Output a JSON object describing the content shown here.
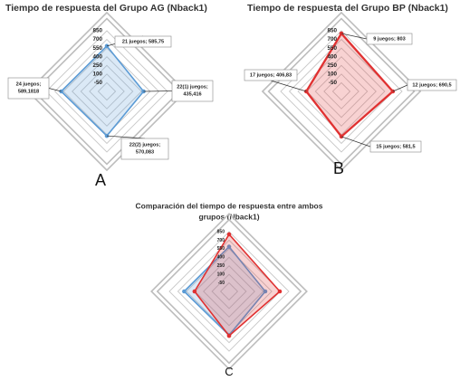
{
  "chart_data": [
    {
      "type": "radar",
      "panel_letter": "A",
      "title": "Tiempo de respuesta del Grupo AG (Nback1)",
      "ticks": [
        "850",
        "700",
        "550",
        "400",
        "250",
        "100",
        "-50"
      ],
      "rlim": [
        -200,
        850
      ],
      "series": [
        {
          "color": "#5b9bd5",
          "values": [
            585.75,
            435.416,
            570.083,
            589.1818
          ],
          "point_labels": [
            "21 juegos; 585,75",
            "22(1) juegos; 435,416",
            "22(2) juegos; 570,083",
            "24 juegos; 589,1818"
          ]
        }
      ]
    },
    {
      "type": "radar",
      "panel_letter": "B",
      "title": "Tiempo de respuesta del Grupo BP (Nback1)",
      "ticks": [
        "850",
        "700",
        "550",
        "400",
        "250",
        "100",
        "-50"
      ],
      "rlim": [
        -200,
        850
      ],
      "series": [
        {
          "color": "#e03131",
          "values": [
            803,
            690.5,
            581.5,
            406.83
          ],
          "point_labels": [
            "9 juegos; 803",
            "12 juegos; 690,5",
            "15 juegos; 581,5",
            "17 juegos; 406,83"
          ]
        }
      ]
    },
    {
      "type": "radar",
      "panel_letter": "C",
      "title_lines": [
        "Comparación del tiempo de respuesta entre ambos",
        "grupos (Nback1)"
      ],
      "ticks": [
        "850",
        "700",
        "550",
        "400",
        "250",
        "100",
        "-50"
      ],
      "rlim": [
        -200,
        850
      ],
      "series": [
        {
          "color": "#5b9bd5",
          "values": [
            585.75,
            435.416,
            570.083,
            589.1818
          ]
        },
        {
          "color": "#e03131",
          "values": [
            803,
            690.5,
            581.5,
            406.83
          ]
        }
      ]
    }
  ]
}
